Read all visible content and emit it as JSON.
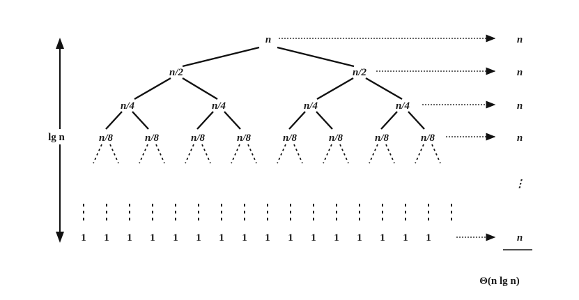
{
  "tree": {
    "root": "n",
    "level1": [
      "n/2",
      "n/2"
    ],
    "level2": [
      "n/4",
      "n/4",
      "n/4",
      "n/4"
    ],
    "level3": [
      "n/8",
      "n/8",
      "n/8",
      "n/8",
      "n/8",
      "n/8",
      "n/8",
      "n/8"
    ],
    "leaves": [
      "1",
      "1",
      "1",
      "1",
      "1",
      "1",
      "1",
      "1",
      "1",
      "1",
      "1",
      "1",
      "1",
      "1",
      "1",
      "1"
    ]
  },
  "height_label": "lg n",
  "level_costs": [
    "n",
    "n",
    "n",
    "n",
    "n"
  ],
  "ellipsis": "⋮",
  "total": "Θ(n lg n)"
}
